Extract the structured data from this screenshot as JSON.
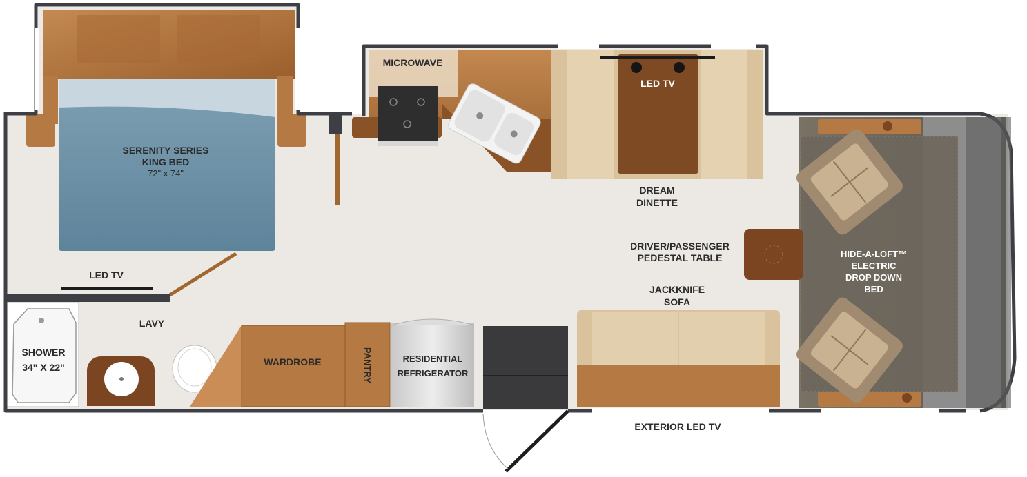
{
  "floorplan": {
    "labels": {
      "bed": [
        "SERENITY SERIES",
        "KING BED"
      ],
      "bed_size": "72\" x 74\"",
      "bedroom_tv": "LED TV",
      "shower": [
        "SHOWER",
        "34\" X 22\""
      ],
      "lavy": "LAVY",
      "microwave": "MICROWAVE",
      "dinette_tv": "LED TV",
      "dinette": [
        "DREAM",
        "DINETTE"
      ],
      "pedestal_table": [
        "DRIVER/PASSENGER",
        "PEDESTAL TABLE"
      ],
      "sofa": [
        "JACKKNIFE",
        "SOFA"
      ],
      "loft": [
        "HIDE-A-LOFT™",
        "ELECTRIC",
        "DROP DOWN",
        "BED"
      ],
      "wardrobe": "WARDROBE",
      "pantry": "PANTRY",
      "refrigerator": [
        "RESIDENTIAL",
        "REFRIGERATOR"
      ],
      "exterior_tv": "EXTERIOR LED TV"
    },
    "colors": {
      "wall": "#3d3f44",
      "floor": "#ece9e4",
      "wood": "#b57a43",
      "wood_dark": "#7a4520",
      "bed_blue": "#6f93a8",
      "upholstery": "#d9c29c",
      "cockpit": "#6e675d",
      "steel": "#d7d7d7"
    }
  }
}
